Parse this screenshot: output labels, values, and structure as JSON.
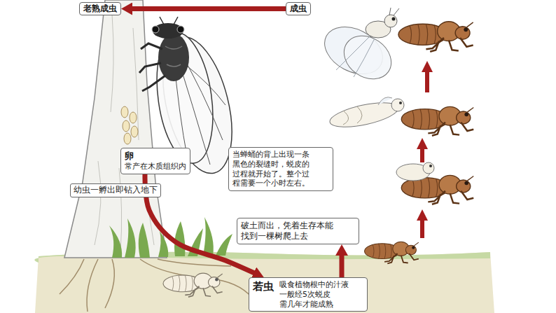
{
  "diagram": {
    "nodes": [
      {
        "text": [
          "老熟成虫"
        ]
      },
      {
        "text": [
          "成虫"
        ]
      },
      {
        "text": [
          "卵",
          "常产在木质组织内"
        ]
      },
      {
        "text": [
          "当蝉蛹的背上出现一条 黑色的裂缝时，蜕皮的 过程就开始了。整个过 程需要一个小时左右。"
        ]
      },
      {
        "text": [
          "破土而出，凭着生存本能 找到一棵树爬上去"
        ]
      },
      {
        "text": [
          "若虫",
          "吸食植物根中的汁液 一般经5次蜕皮 需几年才能成熟"
        ]
      }
    ],
    "edges": [
      {
        "from": 1,
        "to": 0,
        "arrow": "to"
      },
      {
        "from": 2,
        "to": 5,
        "label": "幼虫一孵出即钻入地下",
        "arrow": "to"
      },
      {
        "from": 5,
        "to": 4,
        "arrow": "to"
      }
    ]
  }
}
